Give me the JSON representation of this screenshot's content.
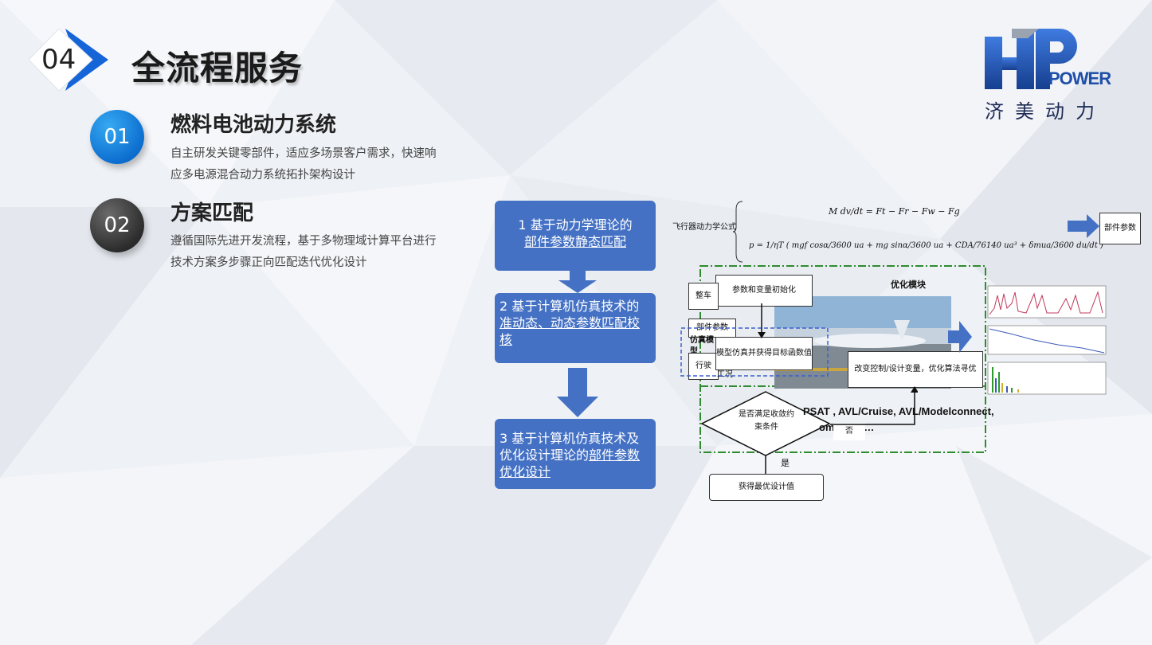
{
  "header": {
    "section_number": "04",
    "title": "全流程服务"
  },
  "logo": {
    "brand_en": "POWER",
    "brand_cn": "济美动力"
  },
  "items": [
    {
      "number": "01",
      "title": "燃料电池动力系统",
      "desc_line1": "自主研发关键零部件，适应多场景客户需求，快速响",
      "desc_line2": "应多电源混合动力系统拓扑架构设计"
    },
    {
      "number": "02",
      "title": "方案匹配",
      "desc_line1": "遵循国际先进开发流程，基于多物理域计算平台进行",
      "desc_line2": "技术方案多步骤正向匹配迭代优化设计"
    }
  ],
  "flow": [
    {
      "prefix": "1 基于动力学理论的",
      "underlined": "部件参数静态匹配",
      "suffix": ""
    },
    {
      "prefix": "2 基于计算机仿真技术的",
      "underlined": "准动态、动态参数匹配校核",
      "suffix": ""
    },
    {
      "prefix": "3 基于计算机仿真技术及优化设计理论的",
      "underlined": "部件参数优化设计",
      "suffix": ""
    }
  ],
  "diagram": {
    "formula_label": "飞行器动力学公式",
    "formula1": "M dv/dt = Ft − Fr − Fw − Fg",
    "formula2": "p = 1/ηT ( mgf cosα/3600 ua + mg sinα/3600 ua + CDA/76140 ua³ + δmua/3600 du/dt )",
    "parts_param": "部件参数",
    "init_box": "参数和变量初始化",
    "opt_module": "优化模块",
    "vehicle": "整车",
    "part_param2": "部件参数",
    "sim_model": "仿真模型",
    "drive": "行驶",
    "cond": "工况",
    "sim_box": "模型仿真并获得目标函数值",
    "change_box": "改变控制/设计变量，优化算法寻优",
    "tools_line1": "PSAT , AVL/Cruise, AVL/Modelconnect,",
    "tools_line2": "omie, ola…",
    "decision": "是否满足收敛约束条件",
    "no": "否",
    "yes": "是",
    "result_box": "获得最优设计值"
  },
  "colors": {
    "accent_blue": "#4471c4",
    "badge_blue": "#0d6fd0",
    "logo_blue": "#1f4fa8",
    "dash_green": "#2e8b2e"
  }
}
